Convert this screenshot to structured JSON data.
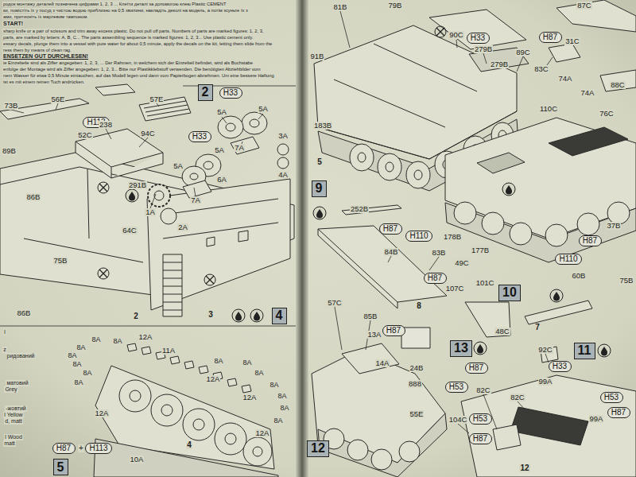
{
  "diagram": {
    "nodes": [
      {
        "text": [
          "2"
        ]
      },
      {
        "text": [
          "4"
        ]
      },
      {
        "text": [
          "9"
        ]
      },
      {
        "text": [
          "10"
        ]
      },
      {
        "text": [
          "13"
        ]
      },
      {
        "text": [
          "11"
        ]
      },
      {
        "text": [
          "12"
        ]
      },
      {
        "text": [
          "5"
        ]
      },
      {
        "text": [
          "H113"
        ]
      },
      {
        "text": [
          "H33"
        ]
      },
      {
        "text": [
          "H33"
        ]
      },
      {
        "text": [
          "H33"
        ]
      },
      {
        "text": [
          "H87"
        ]
      },
      {
        "text": [
          "H87"
        ]
      },
      {
        "text": [
          "H110"
        ]
      },
      {
        "text": [
          "H87"
        ]
      },
      {
        "text": [
          "H87"
        ]
      },
      {
        "text": [
          "H87"
        ]
      },
      {
        "text": [
          "H110"
        ]
      },
      {
        "text": [
          "H87"
        ]
      },
      {
        "text": [
          "H33"
        ]
      },
      {
        "text": [
          "H53"
        ]
      },
      {
        "text": [
          "H53"
        ]
      },
      {
        "text": [
          "H87"
        ]
      },
      {
        "text": [
          "H53"
        ]
      },
      {
        "text": [
          "H87"
        ]
      },
      {
        "text": [
          "H87"
        ]
      },
      {
        "text": [
          "H113"
        ]
      }
    ],
    "labels": [
      "родок монтажу деталей позначена цифрами 1, 2, 3 ... Клеїти деталі за допомогою клею Plastic CEMENT",
      "ки, помістіть їх у посуд з чистою водою приблизно на 0,5 хвилини, накладіть деколі на модель, а потім зсуньте їх з",
      "ами, притисніть їх марлевим тампоном.",
      "START!",
      "sharp knife or a pair of scissors and trim away excess plastic. Do not pull off parts. Numbers of parts are marked figures: 1, 2, 3,",
      "parts, are marked by letters: A, B, C... The parts assembling sequence is marked figures: 1, 2, 3... Use plastic cement only.",
      "essary decals, plunge them into a vessel with pure water for about 0,5 minute, apply the decals on the kit, letting them slide from the",
      "ress them by means of clean rag.",
      "ENSETZEN GUT DURCHLESEN!",
      "ie Einzelteile sind als Ziffer angegeben: 1, 2, 3, ... Der Rahmen, in welchem sich der Einzelteil befindet, wird als Buchstabe",
      "enfolge der Montage wird als Ziffer angegeben: 1, 2, 3... Bitte nur Plastikklebstoff verwenden. Die benötigten Abziehbilder vom",
      "nem Wasser für etwa 0,5 Minute eintauchen, auf das Modell legen und dann vom Papierbogen abnehmen. Um eine bessere Haftung",
      "ist es mit einem reinen Tuch andrücken.",
      "79B",
      "81B",
      "91B",
      "90C",
      "279B",
      "279B",
      "89C",
      "87C",
      "31C",
      "83C",
      "74A",
      "74A",
      "88C",
      "110C",
      "76C",
      "73B",
      "56E",
      "57E",
      "238",
      "52C",
      "94C",
      "5A",
      "5A",
      "5A",
      "5A",
      "7A",
      "7A",
      "3A",
      "4A",
      "6A",
      "89B",
      "291B",
      "1A",
      "2A",
      "86B",
      "64C",
      "75B",
      "86B",
      "2",
      "3",
      "183B",
      "5",
      "252B",
      "84B",
      "83B",
      "178B",
      "177B",
      "37B",
      "60B",
      "75B",
      "49C",
      "101C",
      "107C",
      "48C",
      "8",
      "7",
      "57C",
      "85B",
      "13A",
      "14A",
      "24B",
      "888",
      "55E",
      "92C",
      "99A",
      "82C",
      "82C",
      "99A",
      "104C",
      "12",
      "12A",
      "11A",
      "12A",
      "12A",
      "12A",
      "12A",
      "10A",
      "4",
      "+",
      "8A",
      "8A",
      "8A",
      "8A",
      "8A",
      "8A",
      "8A",
      "8A",
      "8A",
      "8A",
      "8A",
      "8A",
      "8A",
      "8A",
      "ридований",
      "матовий",
      "Grey",
      "-жовтий",
      "l Yellow",
      "d, matt",
      "l Wood",
      "matt",
      "l",
      "z"
    ]
  }
}
